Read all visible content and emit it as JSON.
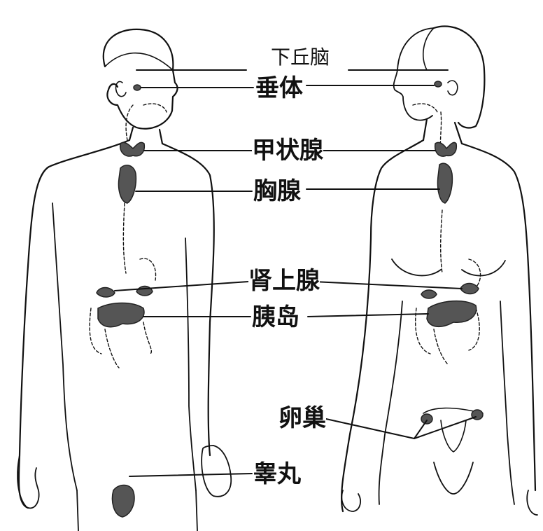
{
  "labels": {
    "hypothalamus": "下丘脑",
    "pituitary": "垂体",
    "thyroid": "甲状腺",
    "thymus": "胸腺",
    "adrenal": "肾上腺",
    "islets": "胰岛",
    "ovary": "卵巢",
    "testis": "睾丸"
  },
  "colors": {
    "ink": "#111111",
    "organ_fill": "#555555",
    "background": "#ffffff"
  }
}
